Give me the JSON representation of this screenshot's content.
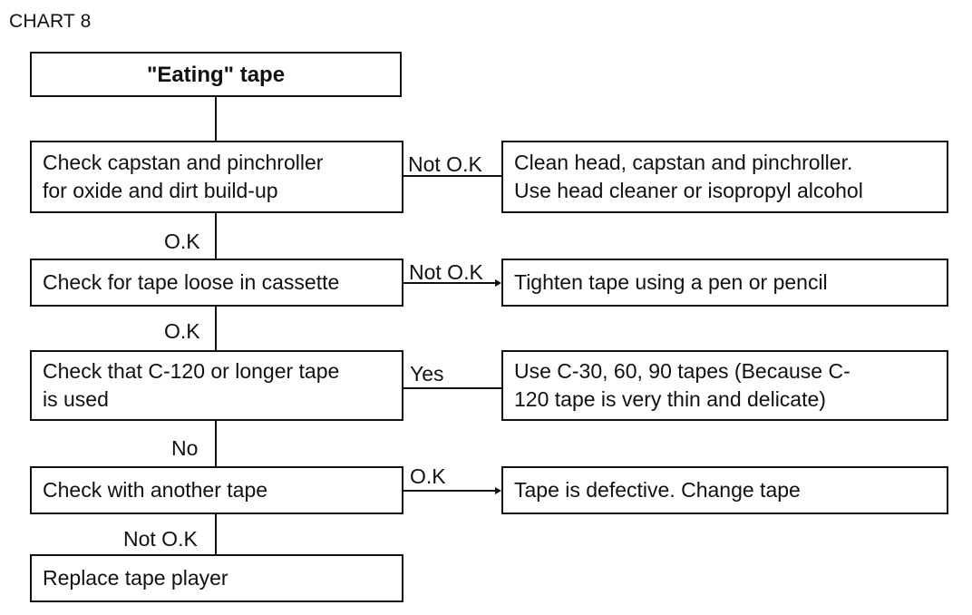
{
  "chart_label": "CHART 8",
  "title": "\"Eating\" tape",
  "steps": [
    {
      "check": "Check capstan and pinchroller\nfor oxide and dirt build-up",
      "branch_label": "Not O.K",
      "action": "Clean head, capstan and pinchroller.\nUse head cleaner or isopropyl alcohol",
      "continue_label": "O.K"
    },
    {
      "check": "Check for tape loose in cassette",
      "branch_label": "Not O.K",
      "action": "Tighten tape using a pen or pencil",
      "continue_label": "O.K"
    },
    {
      "check": "Check that C-120 or longer tape\nis used",
      "branch_label": "Yes",
      "action": "Use C-30, 60, 90 tapes (Because C-\n120 tape is very thin and delicate)",
      "continue_label": "No"
    },
    {
      "check": "Check with another tape",
      "branch_label": "O.K",
      "action": "Tape is defective. Change tape",
      "continue_label": "Not O.K"
    }
  ],
  "final_step": "Replace tape player"
}
